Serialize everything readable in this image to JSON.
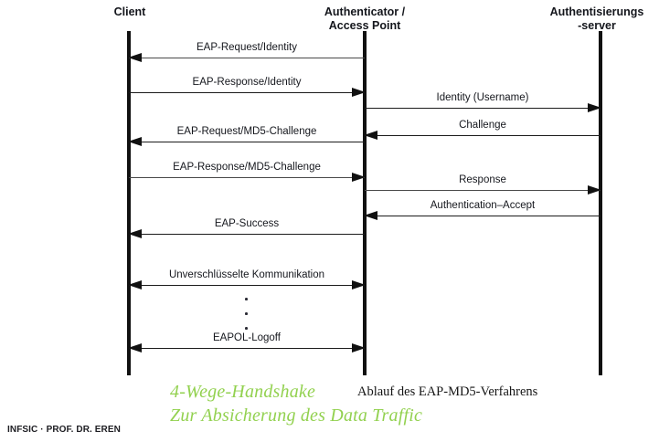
{
  "diagram": {
    "title": "Ablauf des EAP-MD5-Verfahrens",
    "participants": [
      {
        "id": "client",
        "label_line1": "Client",
        "label_line2": ""
      },
      {
        "id": "authenticator",
        "label_line1": "Authenticator /",
        "label_line2": "Access Point"
      },
      {
        "id": "auth_server",
        "label_line1": "Authentisierungs",
        "label_line2": "-server"
      }
    ],
    "messages": [
      {
        "label": "EAP-Request/Identity",
        "from": "authenticator",
        "to": "client",
        "direction": "left",
        "bidirectional": false
      },
      {
        "label": "EAP-Response/Identity",
        "from": "client",
        "to": "authenticator",
        "direction": "right",
        "bidirectional": false
      },
      {
        "label": "Identity (Username)",
        "from": "authenticator",
        "to": "auth_server",
        "direction": "right",
        "bidirectional": false
      },
      {
        "label": "Challenge",
        "from": "auth_server",
        "to": "authenticator",
        "direction": "left",
        "bidirectional": false
      },
      {
        "label": "EAP-Request/MD5-Challenge",
        "from": "authenticator",
        "to": "client",
        "direction": "left",
        "bidirectional": false
      },
      {
        "label": "EAP-Response/MD5-Challenge",
        "from": "client",
        "to": "authenticator",
        "direction": "right",
        "bidirectional": false
      },
      {
        "label": "Response",
        "from": "authenticator",
        "to": "auth_server",
        "direction": "right",
        "bidirectional": false
      },
      {
        "label": "Authentication–Accept",
        "from": "auth_server",
        "to": "authenticator",
        "direction": "left",
        "bidirectional": false
      },
      {
        "label": "EAP-Success",
        "from": "authenticator",
        "to": "client",
        "direction": "left",
        "bidirectional": false
      },
      {
        "label": "Unverschlüsselte Kommunikation",
        "from": "client",
        "to": "authenticator",
        "direction": "both",
        "bidirectional": true
      },
      {
        "label": "EAPOL-Logoff",
        "from": "client",
        "to": "authenticator",
        "direction": "both",
        "bidirectional": true
      }
    ],
    "continuation_marker": "· · ·"
  },
  "captions": {
    "green_line1": "4-Wege-Handshake",
    "green_line2": "Zur Absicherung des Data Traffic",
    "black_title": "Ablauf des EAP-MD5-Verfahrens",
    "green_color": "#92d14f"
  },
  "footer": {
    "credit": "INFSIC · PROF. DR. EREN"
  }
}
